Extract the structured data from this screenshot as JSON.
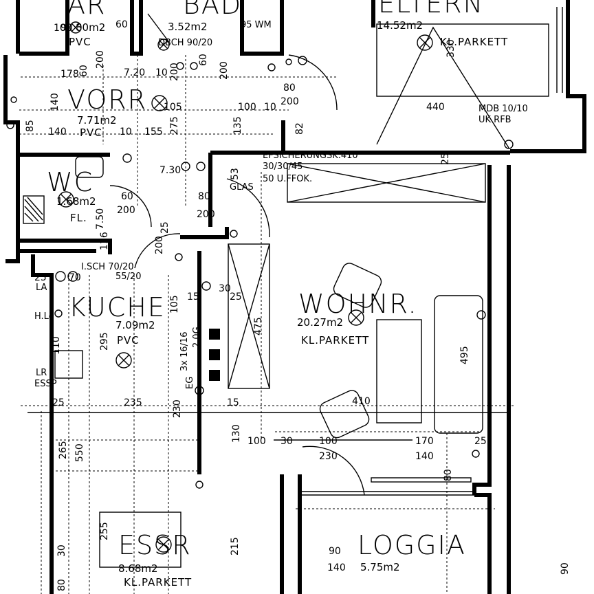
{
  "rooms": {
    "bad": {
      "name": "BAD",
      "area": "3.52m2",
      "extra": "95 WM",
      "sub": "DBCH 90/20"
    },
    "ar": {
      "name": "AR",
      "area": "80m2",
      "material": "PVC"
    },
    "eltern": {
      "name": "ELTERN",
      "area": "14.52m2",
      "material": "KL.PARKETT"
    },
    "vorr": {
      "name": "VORR",
      "area": "7.71m2",
      "material": "PVC"
    },
    "wc": {
      "name": "WC",
      "area": "1.68m2",
      "material": "FL."
    },
    "kuche": {
      "name": "KUCHE",
      "area": "7.09m2",
      "material": "PVC"
    },
    "wohnr": {
      "name": "WOHNR.",
      "area": "20.27m2",
      "material": "KL.PARKETT"
    },
    "essr": {
      "name": "ESSR",
      "area": "8.68m2",
      "material": "KL.PARKETT"
    },
    "loggia": {
      "name": "LOGGIA",
      "area": "5.75m2"
    }
  },
  "notes": {
    "mdb": "MDB 10/10",
    "uk_rfb": "UK RFB",
    "efsicherung": "EFSICHERUNGSK.410",
    "spec1": "30/30/45",
    "spec2": "50 U.FFOK.",
    "glas": "GLAS",
    "isch": "I.SCH 70/20",
    "isch2": "55/20",
    "la": "LA",
    "hlo": "H.Lo",
    "lr": "LR",
    "essp": "ESSP",
    "eg": "EG",
    "num_3x": "3x 16/16",
    "num_2x": "2.0G"
  },
  "dimensions": {
    "d_10": "10",
    "d_90": "90",
    "d_60a": "60",
    "d_178": "178",
    "d_60b": "60",
    "d_200a": "200",
    "d_720": "7.20",
    "d_10b": "10",
    "d_200b": "200",
    "d_60c": "60",
    "d_200c": "200",
    "d_80a": "80",
    "d_200d": "200",
    "d_330": "330",
    "d_140a": "140",
    "d_105": "105",
    "d_100": "100",
    "d_10c": "10",
    "d_440": "440",
    "d_85": "85",
    "d_140b": "140",
    "d_10d": "10",
    "d_155": "155",
    "d_275": "275",
    "d_135": "135",
    "d_82": "82",
    "d_25a": "25",
    "d_730": "7.30",
    "d_53": "53",
    "d_60d": "60",
    "d_200e": "200",
    "d_80b": "80",
    "d_200f": "200",
    "d_750": "7.50",
    "d_116": "116",
    "d_25b": "25",
    "d_200g": "200",
    "d_25c": "25",
    "d_70": "70",
    "d_105b": "105",
    "d_15a": "15",
    "d_25d": "25",
    "d_475": "475",
    "d_30": "30",
    "d_295": "295",
    "d_110": "110",
    "d_25e": "25",
    "d_235": "235",
    "d_230a": "230",
    "d_15b": "15",
    "d_410": "410",
    "d_495": "495",
    "d_130": "130",
    "d_100b": "100",
    "d_30b": "30",
    "d_100c": "100",
    "d_230b": "230",
    "d_170": "170",
    "d_25f": "25",
    "d_140c": "140",
    "d_265": "265",
    "d_550": "550",
    "d_80c": "80",
    "d_255": "255",
    "d_30c": "30",
    "d_215": "215",
    "d_90b": "90",
    "d_140d": "140",
    "d_90c": "90",
    "d_80d": "80"
  }
}
